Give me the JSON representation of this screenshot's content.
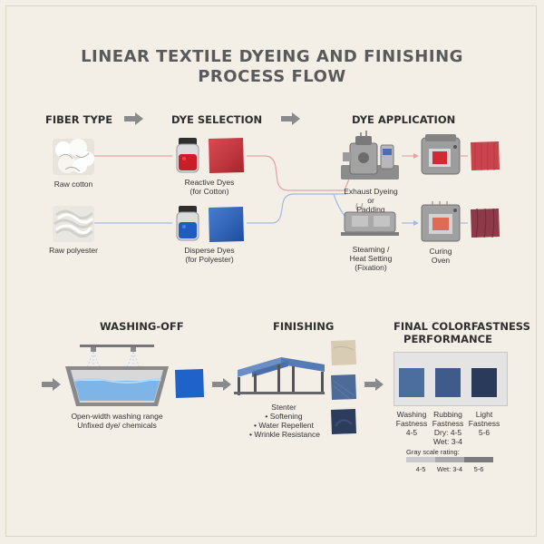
{
  "title": {
    "line1": "LINEAR TEXTILE DYEING AND FINISHING",
    "line2": "PROCESS FLOW"
  },
  "headers": {
    "fiber_type": "FIBER TYPE",
    "dye_selection": "DYE SELECTION",
    "dye_application": "DYE APPLICATION",
    "washing_off": "WASHING-OFF",
    "finishing": "FINISHING",
    "final_line1": "FINAL COLORFASTNESS",
    "final_line2": "PERFORMANCE"
  },
  "fibers": {
    "cotton": "Raw cotton",
    "polyester": "Raw polyester"
  },
  "dyes": {
    "reactive_line1": "Reactive Dyes",
    "reactive_line2": "(for Cotton)",
    "disperse_line1": "Disperse Dyes",
    "disperse_line2": "(for Polyester)"
  },
  "application": {
    "exhaust_line1": "Exhaust Dyeing",
    "exhaust_line2": "or",
    "exhaust_line3": "Padding",
    "steam_line1": "Steaming /",
    "steam_line2": "Heat Setting",
    "steam_line3": "(Fixation)",
    "curing_line1": "Curing",
    "curing_line2": "Oven"
  },
  "washing": {
    "line1": "Open-width washing range",
    "line2": "Unfixed dye/ chemicals"
  },
  "finishing": {
    "stenter": "Stenter",
    "bullet1": "• Softening",
    "bullet2": "• Water Repellent",
    "bullet3": "• Wrinkle Resistance"
  },
  "fastness": {
    "washing_label1": "Washing",
    "washing_label2": "Fastness",
    "washing_value": "4-5",
    "rubbing_label1": "Rubbing",
    "rubbing_label2": "Fastness",
    "rubbing_value1": "Dry: 4-5",
    "rubbing_value2": "Wet: 3-4",
    "light_label1": "Light",
    "light_label2": "Fastness",
    "light_value": "5-6",
    "gray_scale_title": "Gray scale rating:",
    "scale_a": "4-5",
    "scale_b": "Wet: 3-4",
    "scale_c": "5-6"
  },
  "colors": {
    "red": "#c8222c",
    "blue": "#1f57b8",
    "navy": "#2a3f63",
    "line_red": "#e0a0a0",
    "line_blue": "#9fb6dc"
  }
}
